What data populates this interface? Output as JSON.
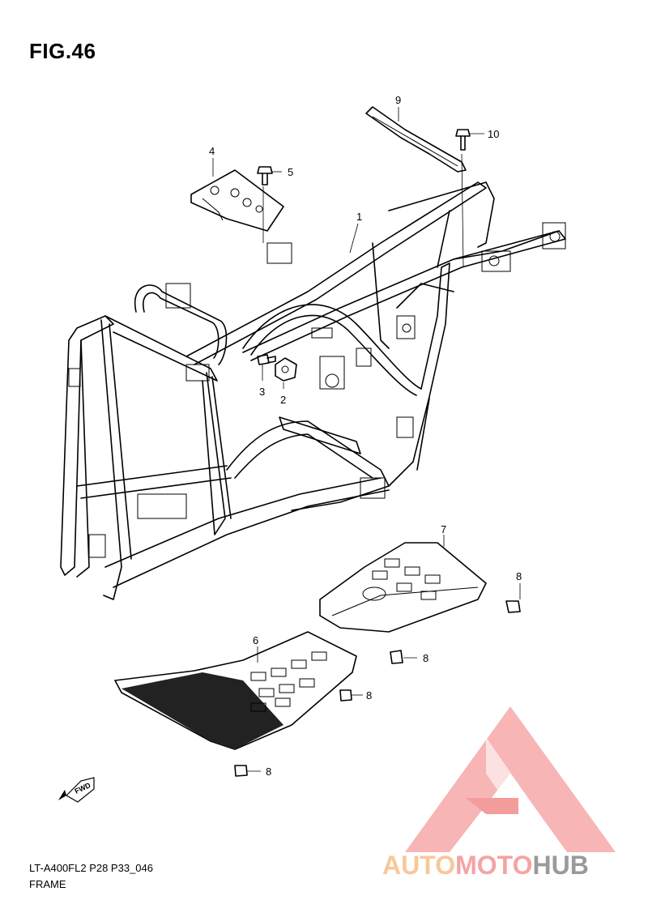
{
  "figure": {
    "title": "FIG.46",
    "code": "LT-A400FL2 P28 P33_046",
    "caption": "FRAME",
    "fwd_label": "FWD"
  },
  "callouts": [
    {
      "id": "c1",
      "label": "1"
    },
    {
      "id": "c2",
      "label": "2"
    },
    {
      "id": "c3",
      "label": "3"
    },
    {
      "id": "c4",
      "label": "4"
    },
    {
      "id": "c5",
      "label": "5"
    },
    {
      "id": "c6",
      "label": "6"
    },
    {
      "id": "c7",
      "label": "7"
    },
    {
      "id": "c8a",
      "label": "8"
    },
    {
      "id": "c8b",
      "label": "8"
    },
    {
      "id": "c8c",
      "label": "8"
    },
    {
      "id": "c8d",
      "label": "8"
    },
    {
      "id": "c9",
      "label": "9"
    },
    {
      "id": "c10",
      "label": "10"
    }
  ],
  "watermark": {
    "part_a": "AUTO",
    "part_b": "MOTO",
    "part_c": "HUB",
    "colors": {
      "triangle": "#f28b8b",
      "auto": "#f7c89b",
      "moto": "#f5a3a3",
      "hub": "#9a9a9a"
    }
  }
}
